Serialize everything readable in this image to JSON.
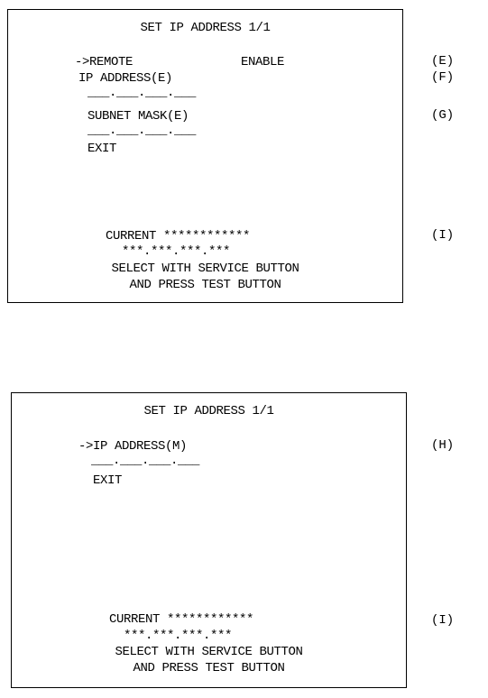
{
  "screen1": {
    "title": "SET IP ADDRESS 1/1",
    "menu": {
      "remote_label": "->REMOTE",
      "remote_value": "ENABLE",
      "ip_label": "IP ADDRESS(E)",
      "ip_value": "___.___.___.___",
      "subnet_label": "SUBNET MASK(E)",
      "subnet_value": "___.___.___.___",
      "exit_label": "EXIT"
    },
    "status": {
      "current_label": "CURRENT ************",
      "current_value": "***.***.***.***",
      "instruction_line1": "SELECT WITH SERVICE BUTTON",
      "instruction_line2": "AND PRESS TEST BUTTON"
    },
    "notes": {
      "remote": "(E)",
      "ip": "(F)",
      "subnet": "(G)",
      "current": "(I)"
    }
  },
  "screen2": {
    "title": "SET IP ADDRESS 1/1",
    "menu": {
      "ip_label": "->IP ADDRESS(M)",
      "ip_value": "___.___.___.___",
      "exit_label": "EXIT"
    },
    "status": {
      "current_label": "CURRENT ************",
      "current_value": "***.***.***.***",
      "instruction_line1": "SELECT WITH SERVICE BUTTON",
      "instruction_line2": "AND PRESS TEST BUTTON"
    },
    "notes": {
      "ip": "(H)",
      "current": "(I)"
    }
  }
}
